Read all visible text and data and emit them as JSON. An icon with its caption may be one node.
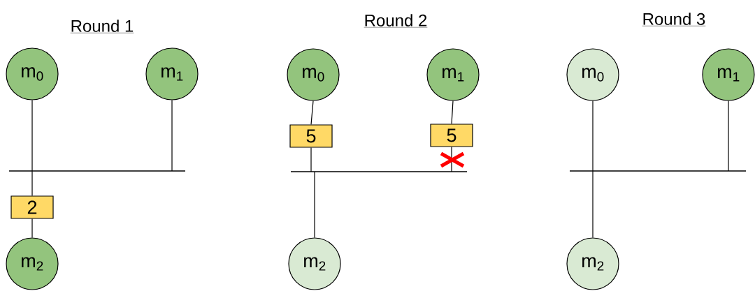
{
  "diagram": {
    "nodes": [
      {
        "text": [
          "m$_{0}$"
        ]
      },
      {
        "text": [
          "m$_{1}$"
        ]
      },
      {
        "text": [],
        "shape": "bar"
      },
      {
        "text": [
          "2"
        ]
      },
      {
        "text": [
          "m$_{2}$"
        ]
      },
      {
        "text": [
          "m$_{0}$"
        ]
      },
      {
        "text": [
          "m$_{1}$"
        ]
      },
      {
        "text": [
          "5"
        ]
      },
      {
        "text": [
          "5"
        ]
      },
      {
        "text": [],
        "shape": "bar"
      },
      {
        "text": [
          "m$_{2}$"
        ]
      },
      {
        "text": [
          "m$_{0}$"
        ]
      },
      {
        "text": [
          "m$_{1}$"
        ]
      },
      {
        "text": [],
        "shape": "bar"
      },
      {
        "text": [
          "m$_{2}$"
        ]
      }
    ],
    "edges": [
      {
        "from": 0,
        "to": 2,
        "arrow": "none"
      },
      {
        "from": 1,
        "to": 2,
        "arrow": "none"
      },
      {
        "from": 2,
        "to": 3,
        "arrow": "none"
      },
      {
        "from": 3,
        "to": 4,
        "arrow": "none"
      },
      {
        "from": 5,
        "to": 7,
        "arrow": "none"
      },
      {
        "from": 6,
        "to": 8,
        "arrow": "none"
      },
      {
        "from": 7,
        "to": 9,
        "arrow": "none"
      },
      {
        "from": 8,
        "to": 9,
        "arrow": "none"
      },
      {
        "from": 9,
        "to": 10,
        "arrow": "none"
      },
      {
        "from": 11,
        "to": 13,
        "arrow": "none"
      },
      {
        "from": 12,
        "to": 13,
        "arrow": "none"
      },
      {
        "from": 13,
        "to": 14,
        "arrow": "none"
      }
    ],
    "labels": [
      "Round 1",
      "Round 2",
      "Round 3"
    ]
  }
}
